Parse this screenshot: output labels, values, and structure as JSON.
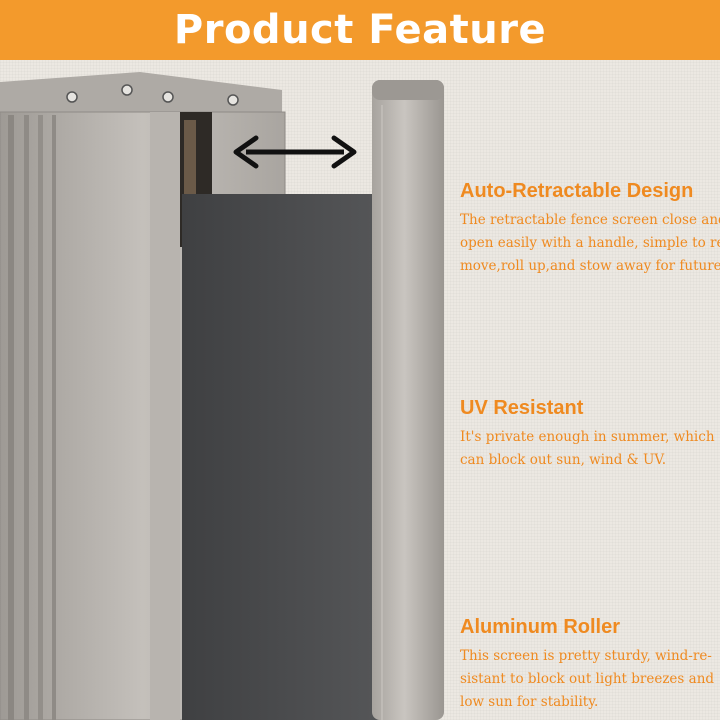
{
  "header": {
    "title": "Product Feature"
  },
  "features": [
    {
      "title": "Auto-Retractable Design",
      "text_lines": [
        "The retractable fence screen close and",
        "open easily with a handle, simple to re-",
        "move,roll up,and stow away for future"
      ]
    },
    {
      "title": "UV Resistant",
      "text_lines": [
        "It's private enough in summer, which",
        "can block out sun, wind & UV."
      ]
    },
    {
      "title": "Aluminum Roller",
      "text_lines": [
        "This screen is pretty sturdy, wind-re-",
        "sistant to block out light breezes and",
        "low sun for stability."
      ]
    }
  ],
  "colors": {
    "header_bg": "#f39a2c",
    "accent_text": "#ef8a20",
    "screen": "#4a4b4d",
    "frame": "#b5b1ac"
  },
  "icons": {
    "retract": "double-arrow-icon"
  }
}
